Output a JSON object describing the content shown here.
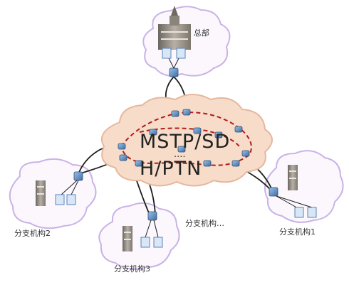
{
  "network": {
    "core_line1": "MSTP/SD",
    "core_ellipsis": "....",
    "core_line2": "H/PTN"
  },
  "sites": {
    "hq": "总部",
    "branch1": "分支机构1",
    "branch2": "分支机构2",
    "branch3": "分支机构3",
    "branch_more": "分支机构…"
  },
  "colors": {
    "cloud_fill": "#f7dcc9",
    "cloud_stroke": "#e6b79e",
    "site_cloud_stroke": "#c9b3e6",
    "ring": "#b01c1c",
    "device": "#5a86b8"
  },
  "icons": [
    "building-icon",
    "switch-icon",
    "server-icon",
    "router-icon"
  ]
}
